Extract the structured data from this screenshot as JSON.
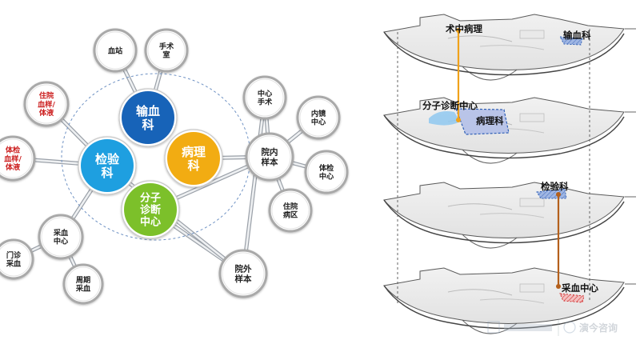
{
  "network": {
    "core": [
      {
        "id": "transfusion",
        "lines": [
          "输血",
          "科"
        ],
        "color": "#1763b8"
      },
      {
        "id": "laboratory",
        "lines": [
          "检验",
          "科"
        ],
        "color": "#1e9fe0"
      },
      {
        "id": "pathology",
        "lines": [
          "病理",
          "科"
        ],
        "color": "#f2ac12"
      },
      {
        "id": "molecular",
        "lines": [
          "分子",
          "诊断",
          "中心"
        ],
        "color": "#7cc02a"
      }
    ],
    "satellites": [
      {
        "id": "blood-station",
        "lines": [
          "血站"
        ],
        "red": false
      },
      {
        "id": "operating-room",
        "lines": [
          "手术",
          "室"
        ],
        "red": false
      },
      {
        "id": "inpatient-samples",
        "lines": [
          "住院",
          "血样/",
          "体液"
        ],
        "red": true
      },
      {
        "id": "checkup-samples",
        "lines": [
          "体检",
          "血样/",
          "体液"
        ],
        "red": true
      },
      {
        "id": "blood-collection",
        "lines": [
          "采血",
          "中心"
        ],
        "red": false
      },
      {
        "id": "outpatient-collection",
        "lines": [
          "门诊",
          "采血"
        ],
        "red": false
      },
      {
        "id": "periodic-collection",
        "lines": [
          "周期",
          "采血"
        ],
        "red": false
      },
      {
        "id": "central-surgery",
        "lines": [
          "中心",
          "手术"
        ],
        "red": false
      },
      {
        "id": "endoscopy",
        "lines": [
          "内镜",
          "中心"
        ],
        "red": false
      },
      {
        "id": "inhospital-samples",
        "lines": [
          "院内",
          "样本"
        ],
        "red": false
      },
      {
        "id": "checkup-center",
        "lines": [
          "体检",
          "中心"
        ],
        "red": false
      },
      {
        "id": "inpatient-ward",
        "lines": [
          "住院",
          "病区"
        ],
        "red": false
      },
      {
        "id": "external-samples",
        "lines": [
          "院外",
          "样本"
        ],
        "red": false
      }
    ]
  },
  "floors": {
    "labels": [
      "术中病理",
      "输血科",
      "分子诊断中心",
      "病理科",
      "检验科",
      "采血中心"
    ]
  },
  "colors": {
    "orange": "#f0a21a",
    "brown": "#b4601c",
    "pathology_fill": "#b9c4e8",
    "dashed": "#2f5fb6"
  },
  "watermark": {
    "text": "演今咨询"
  }
}
